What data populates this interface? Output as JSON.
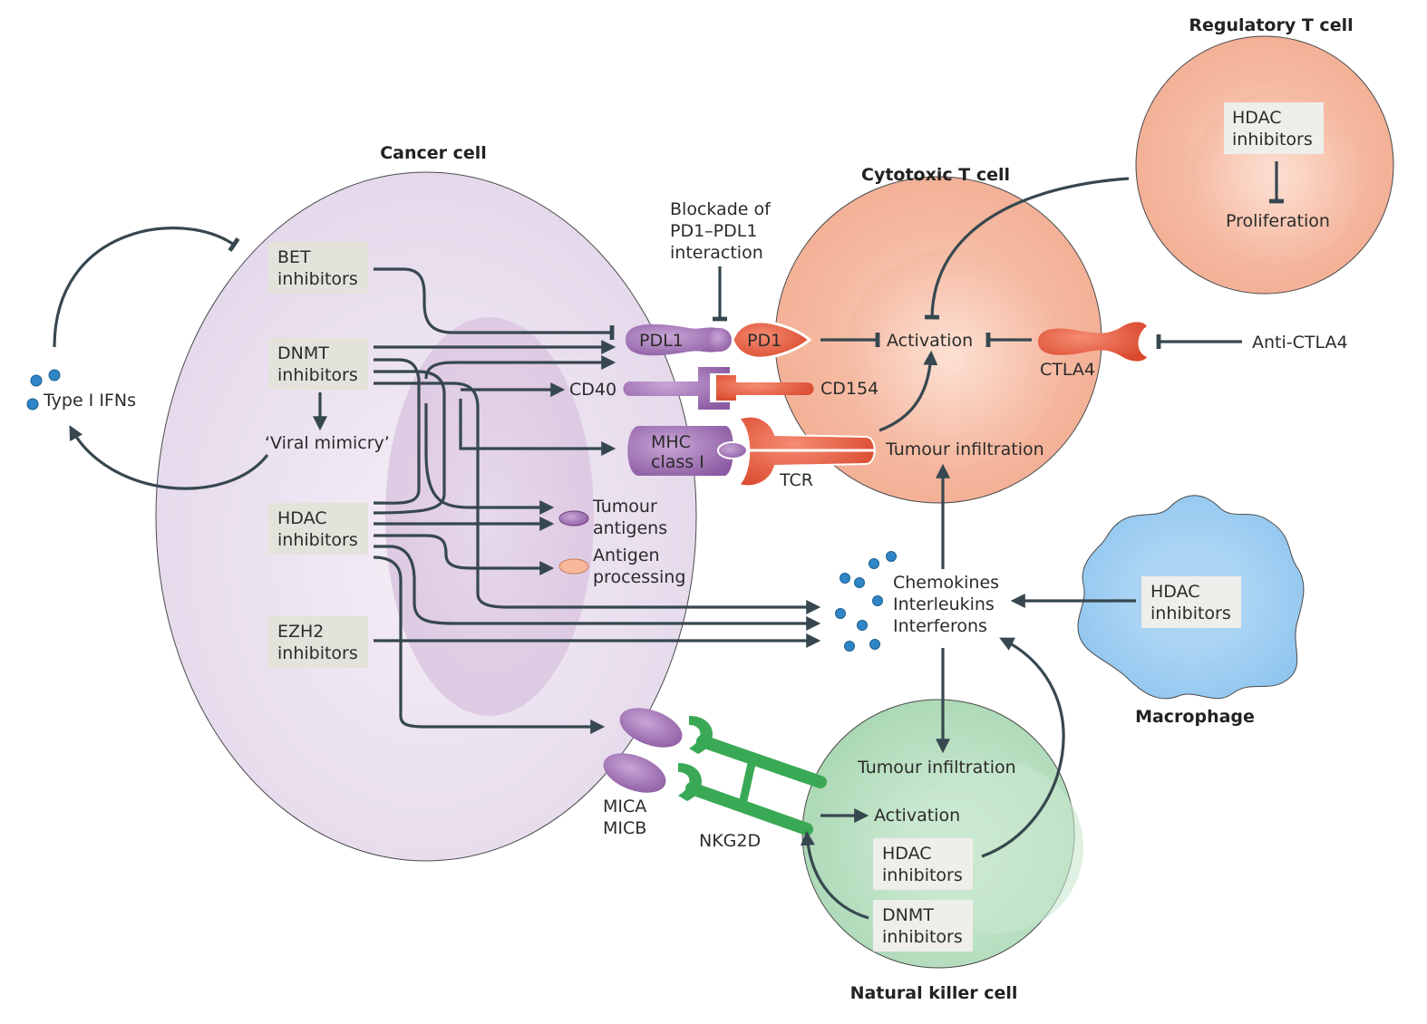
{
  "figure": {
    "cells": {
      "cancer_cell": {
        "title": "Cancer cell"
      },
      "cytotoxic_t_cell": {
        "title": "Cytotoxic T cell"
      },
      "regulatory_t_cell": {
        "title": "Regulatory T cell"
      },
      "macrophage": {
        "title": "Macrophage"
      },
      "natural_killer_cell": {
        "title": "Natural killer cell"
      }
    },
    "drugs": {
      "bet": [
        "BET",
        "inhibitors"
      ],
      "dnmt": [
        "DNMT",
        "inhibitors"
      ],
      "hdac": [
        "HDAC",
        "inhibitors"
      ],
      "ezh2": [
        "EZH2",
        "inhibitors"
      ],
      "treg_hdac": [
        "HDAC",
        "inhibitors"
      ],
      "macrophage_hdac": [
        "HDAC",
        "inhibitors"
      ],
      "nk_hdac": [
        "HDAC",
        "inhibitors"
      ],
      "nk_dnmt": [
        "DNMT",
        "inhibitors"
      ]
    },
    "labels": {
      "type1_ifns": "Type I IFNs",
      "viral_mimicry": "‘Viral mimicry’",
      "blockade": [
        "Blockade of",
        "PD1–PDL1",
        "interaction"
      ],
      "pdl1": "PDL1",
      "pd1": "PD1",
      "cd40": "CD40",
      "cd154": "CD154",
      "mhc": [
        "MHC",
        "class I"
      ],
      "tcr": "TCR",
      "ctla4": "CTLA4",
      "anti_ctla4": "Anti-CTLA4",
      "t_activation": "Activation",
      "t_infiltration": "Tumour infiltration",
      "proliferation": "Proliferation",
      "tumour_antigens": [
        "Tumour",
        "antigens"
      ],
      "antigen_processing": [
        "Antigen",
        "processing"
      ],
      "cytokines": [
        "Chemokines",
        "Interleukins",
        "Interferons"
      ],
      "mica_micb": [
        "MICA",
        "MICB"
      ],
      "nkg2d": "NKG2D",
      "nk_infiltration": "Tumour infiltration",
      "nk_activation": "Activation"
    },
    "colors": {
      "line": "#37474f",
      "cancer": "#e6dcec",
      "tcell": "#f6b8a0",
      "receptor_purple": "#9b6bb0",
      "receptor_red": "#e0553a",
      "nk": "#b9dfc0",
      "nkg2d": "#3aa955",
      "macrophage": "#9ccaf0",
      "cytokine_dot": "#2f86c6"
    }
  }
}
